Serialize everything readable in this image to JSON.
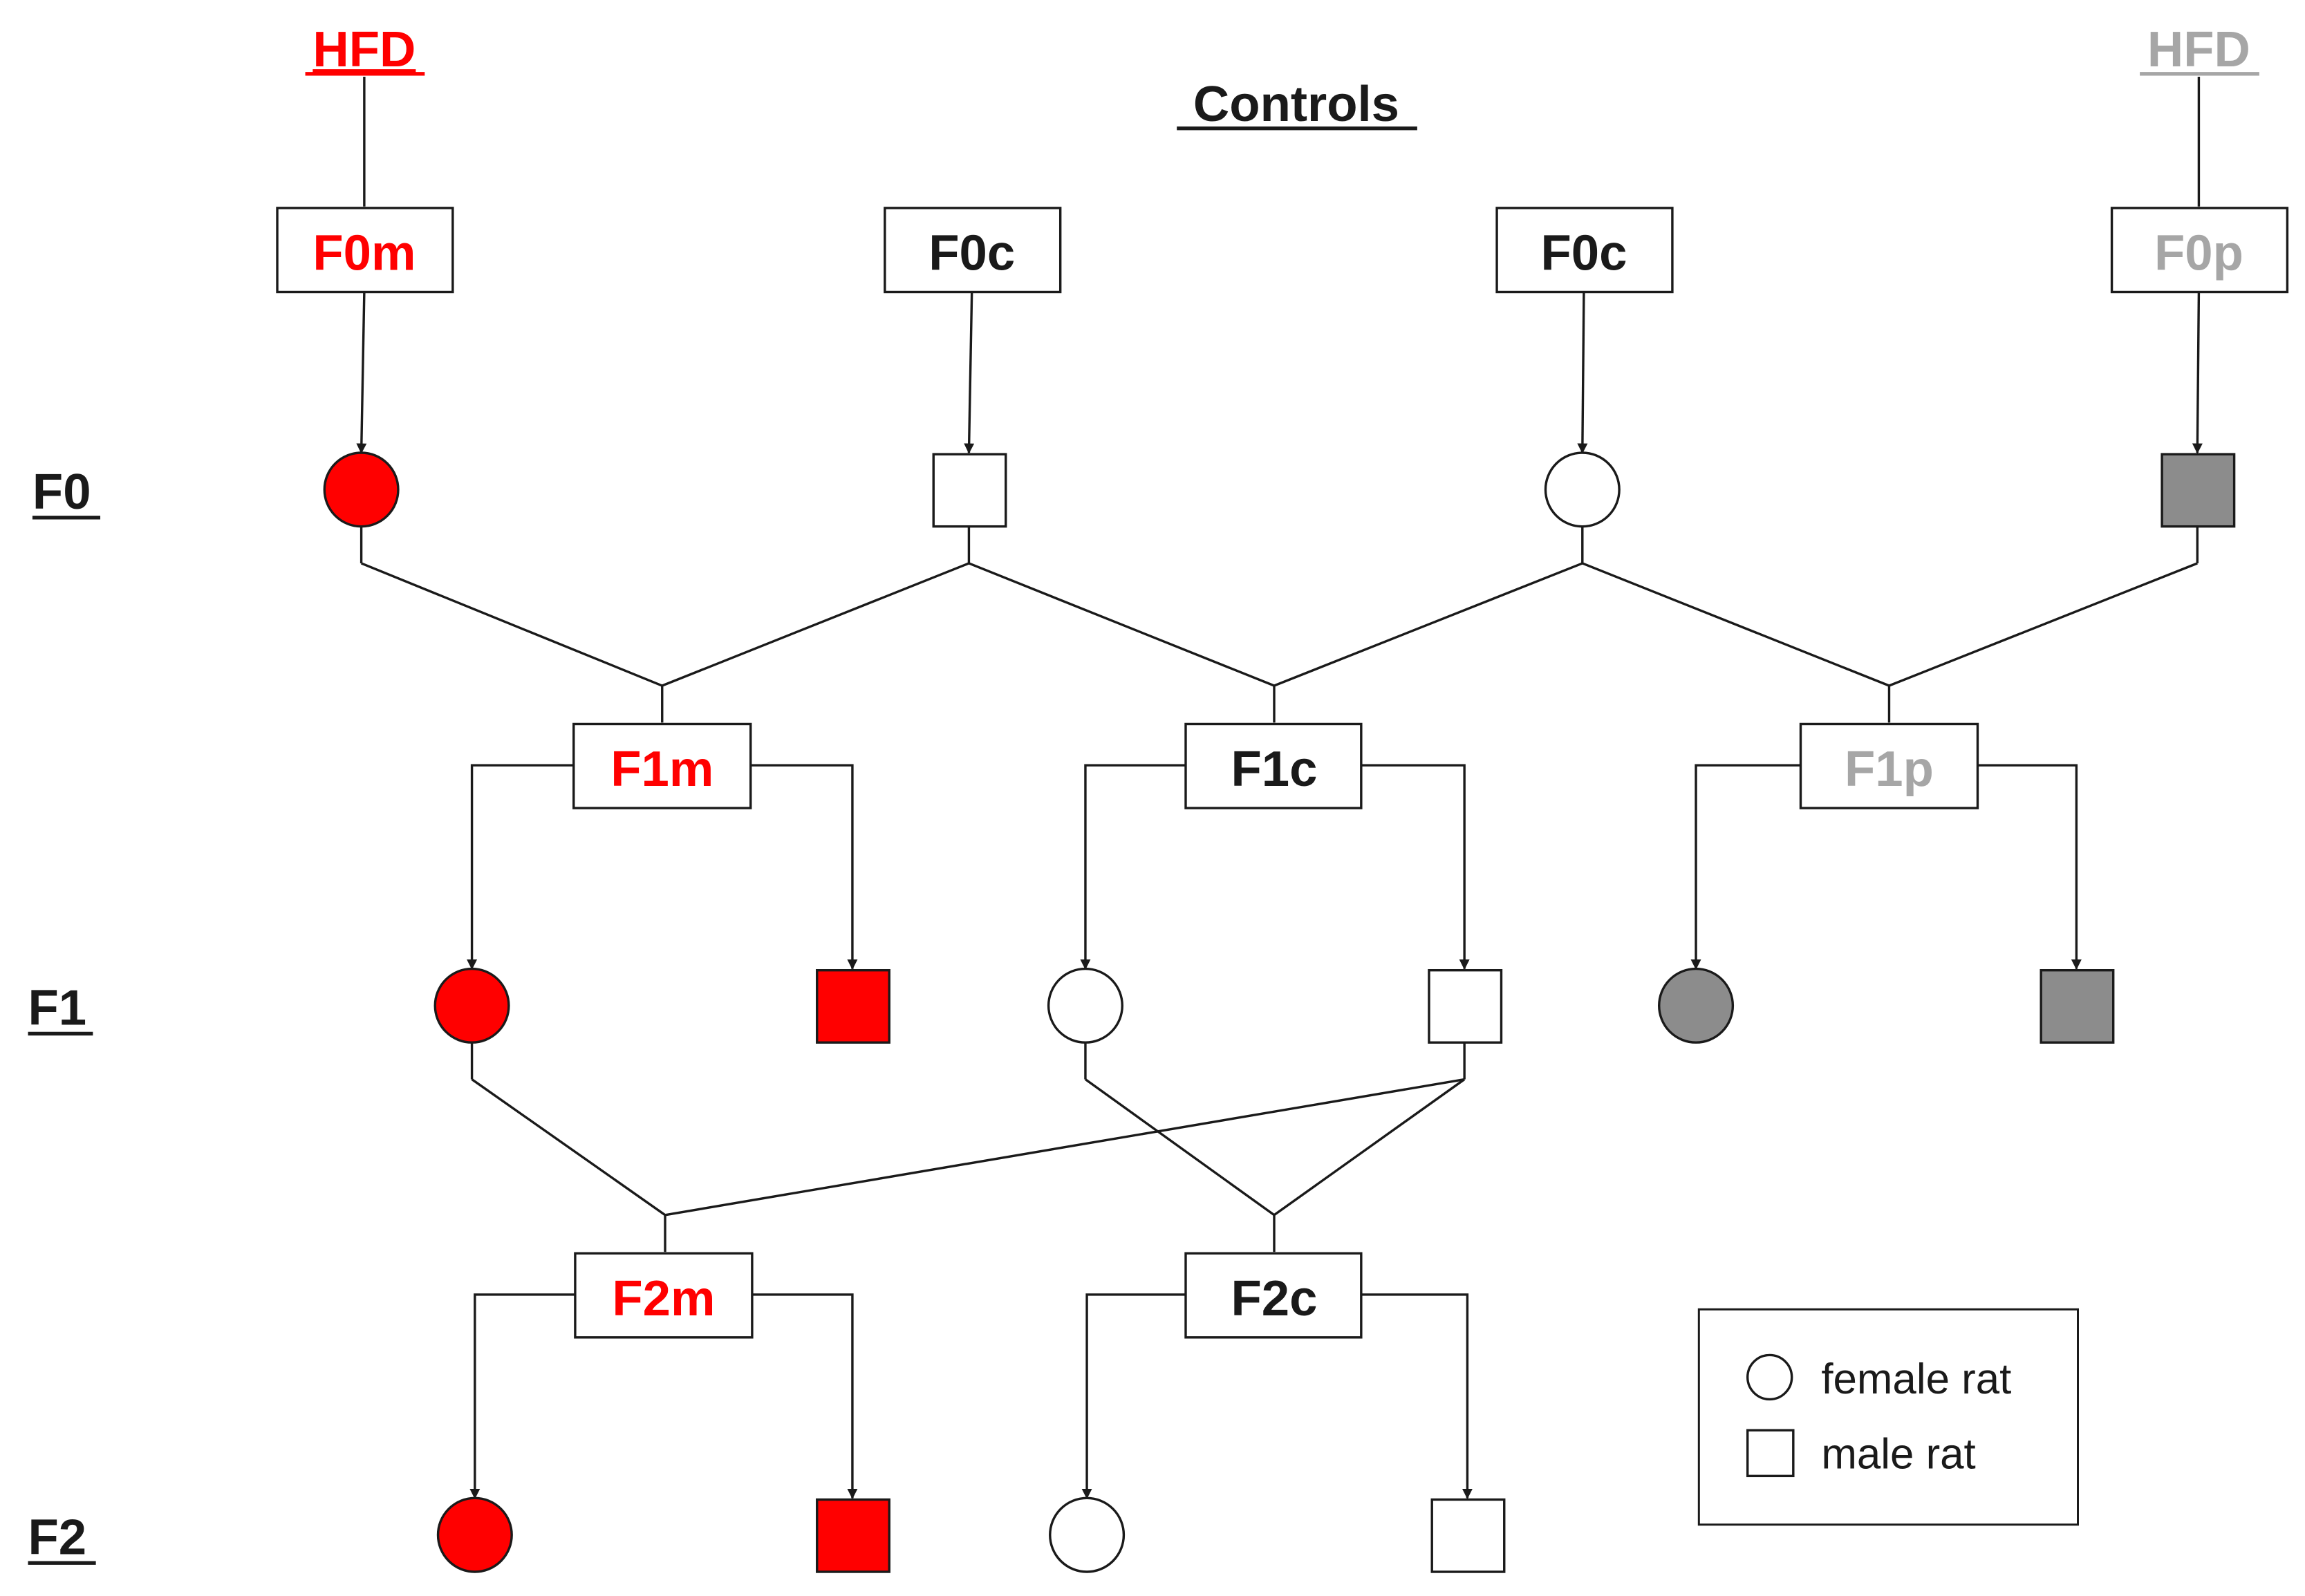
{
  "colors": {
    "maternal": "#ff0000",
    "paternal": "#a6a6a6",
    "control": "#1a1a1a",
    "paternal_fill": "#8c8c8c",
    "line": "#1a1a1a"
  },
  "headers": {
    "hfd_maternal": "HFD",
    "controls": "Controls",
    "hfd_paternal": "HFD"
  },
  "generations": {
    "f0": "F0",
    "f1": "F1",
    "f2": "F2"
  },
  "groups": {
    "f0m": "F0m",
    "f0c_male": "F0c",
    "f0c_female": "F0c",
    "f0p": "F0p",
    "f1m": "F1m",
    "f1c": "F1c",
    "f1p": "F1p",
    "f2m": "F2m",
    "f2c": "F2c"
  },
  "legend": {
    "female": "female rat",
    "male": "male rat"
  }
}
